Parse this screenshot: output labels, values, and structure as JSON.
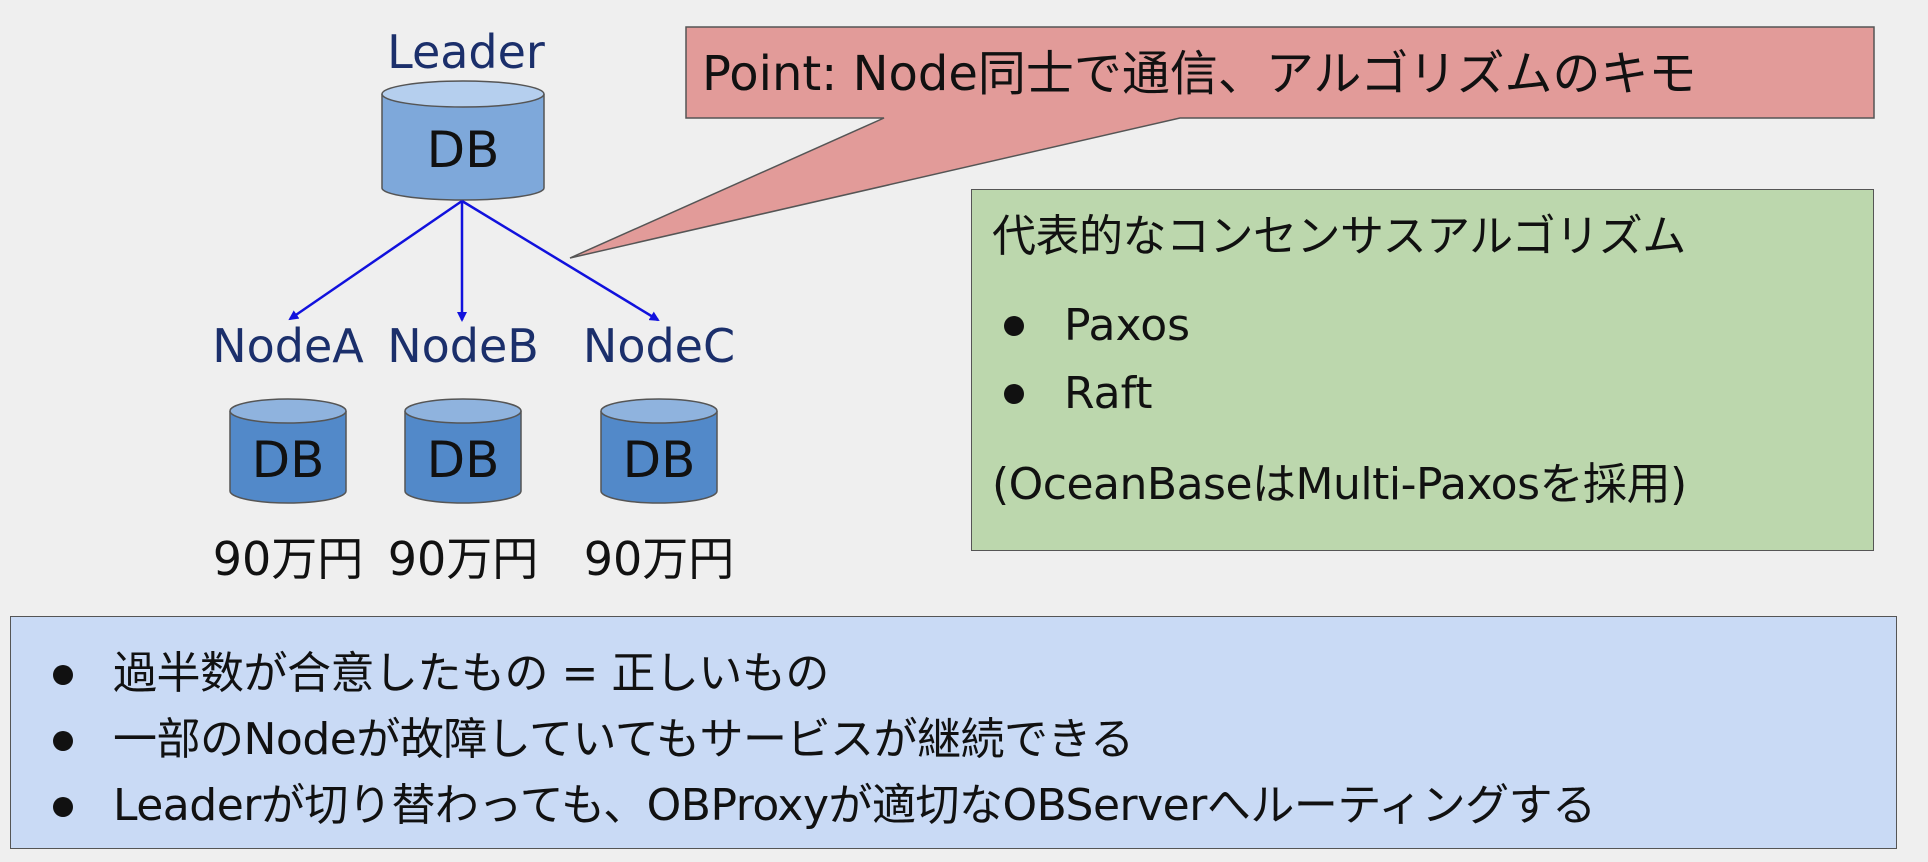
{
  "callout": {
    "text": "Point: Node同士で通信、アルゴリズムのキモ"
  },
  "leader": {
    "label": "Leader",
    "db_label": "DB"
  },
  "nodes": [
    {
      "label": "NodeA",
      "db_label": "DB",
      "price": "90万円"
    },
    {
      "label": "NodeB",
      "db_label": "DB",
      "price": "90万円"
    },
    {
      "label": "NodeC",
      "db_label": "DB",
      "price": "90万円"
    }
  ],
  "algorithms": {
    "title": "代表的なコンセンサスアルゴリズム",
    "items": [
      "Paxos",
      "Raft"
    ],
    "note": "(OceanBaseはMulti-Paxosを採用)"
  },
  "summary": {
    "items": [
      "過半数が合意したもの = 正しいもの",
      "一部のNodeが故障していてもサービスが継続できる",
      "Leaderが切り替わっても、OBProxyが適切なOBServerへルーティングする"
    ]
  },
  "colors": {
    "leader_db": "#7ea8da",
    "node_db": "#5289c9",
    "arrow": "#1111dd",
    "callout": "#e29b99",
    "algo_box": "#bcd7ad",
    "summary_box": "#c9daf5",
    "label_text": "#1b2f6b"
  }
}
